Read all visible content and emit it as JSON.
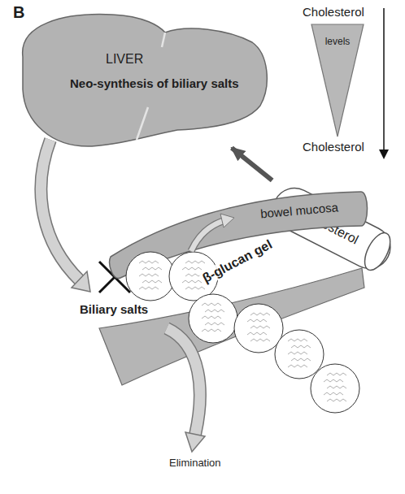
{
  "diagram": {
    "nodes": [
      {
        "text": [
          "LIVER",
          "Neo-synthesis of biliary salts"
        ]
      },
      {
        "text": [
          "levels"
        ]
      },
      {
        "text": [
          "cholesterol"
        ]
      },
      {
        "text": [
          "bowel mucosa"
        ]
      },
      {
        "text": [
          "β-glucan gel"
        ]
      }
    ],
    "edges": [
      {
        "from": 2,
        "to": 0,
        "arrow": "to"
      }
    ],
    "labels": [
      "B",
      "Cholesterol",
      "Cholesterol",
      "Biliary salts",
      "Elimination"
    ]
  }
}
